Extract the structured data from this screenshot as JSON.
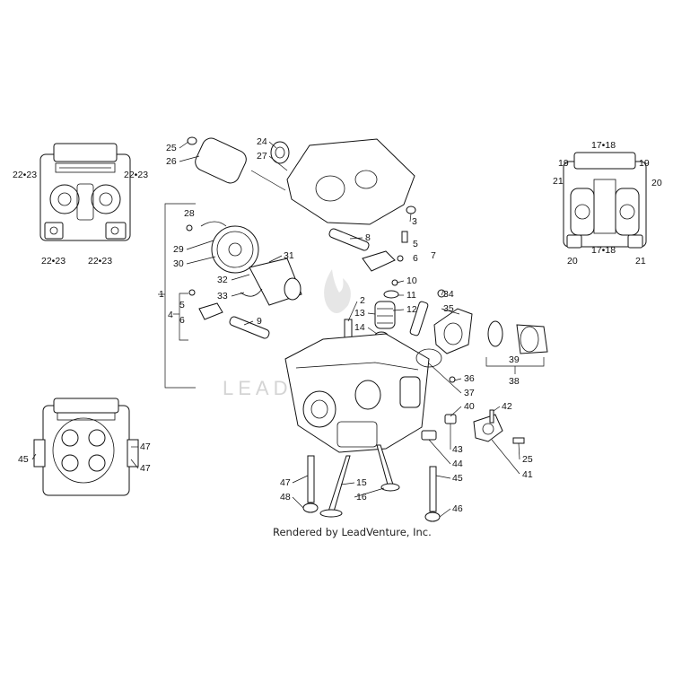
{
  "diagram": {
    "credit": "Rendered by LeadVenture, Inc.",
    "watermark": "LEADVENTURE",
    "callouts": {
      "c1": "1",
      "c2": "2",
      "c3": "3",
      "c4": "4",
      "c5a": "5",
      "c5b": "5",
      "c6a": "6",
      "c6b": "6",
      "c7": "7",
      "c8": "8",
      "c9": "9",
      "c10": "10",
      "c11": "11",
      "c12": "12",
      "c13": "13",
      "c14": "14",
      "c15": "15",
      "c16": "16",
      "c24": "24",
      "c25a": "25",
      "c25b": "25",
      "c26": "26",
      "c27": "27",
      "c28": "28",
      "c29": "29",
      "c30": "30",
      "c31": "31",
      "c32": "32",
      "c33": "33",
      "c34": "34",
      "c35": "35",
      "c36": "36",
      "c37": "37",
      "c38": "38",
      "c39": "39",
      "c40": "40",
      "c41": "41",
      "c42": "42",
      "c43": "43",
      "c44": "44",
      "c45a": "45",
      "c45b": "45",
      "c46": "46",
      "c47a": "47",
      "c47b": "47",
      "c47c": "47",
      "c48": "48",
      "c19a": "19",
      "c19b": "19",
      "c20a": "20",
      "c20b": "20",
      "c21a": "21",
      "c21b": "21",
      "c1718a": "17•18",
      "c1718b": "17•18",
      "c2223a": "22•23",
      "c2223b": "22•23",
      "c2223c": "22•23",
      "c2223d": "22•23"
    }
  }
}
